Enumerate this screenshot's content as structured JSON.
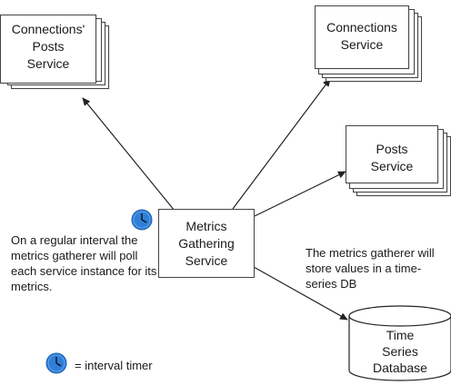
{
  "services": {
    "connections_posts": {
      "label": "Connections'\nPosts\nService"
    },
    "connections": {
      "label": "Connections\nService"
    },
    "posts": {
      "label": "Posts\nService"
    },
    "metrics": {
      "label": "Metrics\nGathering\nService"
    },
    "database": {
      "label": "Time\nSeries\nDatabase"
    }
  },
  "notes": {
    "poll": "On a regular interval the metrics gatherer will poll each service instance for its metrics.",
    "store": "The metrics gatherer will store values in a time-series DB"
  },
  "legend": {
    "icon": "clock-icon",
    "label": "= interval timer"
  },
  "colors": {
    "clock_fill": "#2f7fd8",
    "stroke": "#222222"
  }
}
